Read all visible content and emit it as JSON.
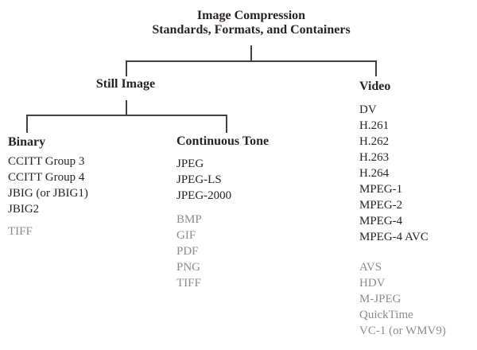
{
  "diagram": {
    "title_line1": "Image Compression",
    "title_line2": "Standards, Formats, and Containers",
    "still_image": {
      "label": "Still Image"
    },
    "binary": {
      "label": "Binary",
      "standards": [
        "CCITT Group 3",
        "CCITT Group 4",
        "JBIG (or JBIG1)",
        "JBIG2"
      ],
      "other_formats": [
        "TIFF"
      ]
    },
    "continuous_tone": {
      "label": "Continuous Tone",
      "standards": [
        "JPEG",
        "JPEG-LS",
        "JPEG-2000"
      ],
      "other_formats": [
        "BMP",
        "GIF",
        "PDF",
        "PNG",
        "TIFF"
      ]
    },
    "video": {
      "label": "Video",
      "standards": [
        "DV",
        "H.261",
        "H.262",
        "H.263",
        "H.264",
        "MPEG-1",
        "MPEG-2",
        "MPEG-4",
        "MPEG-4 AVC"
      ],
      "other_formats": [
        "AVS",
        "HDV",
        "M-JPEG",
        "QuickTime",
        "VC-1 (or WMV9)"
      ]
    },
    "colors": {
      "text_dark": "#292320",
      "text_gray": "#8f8b85",
      "line": "#44403b",
      "background": "#ffffff"
    }
  }
}
